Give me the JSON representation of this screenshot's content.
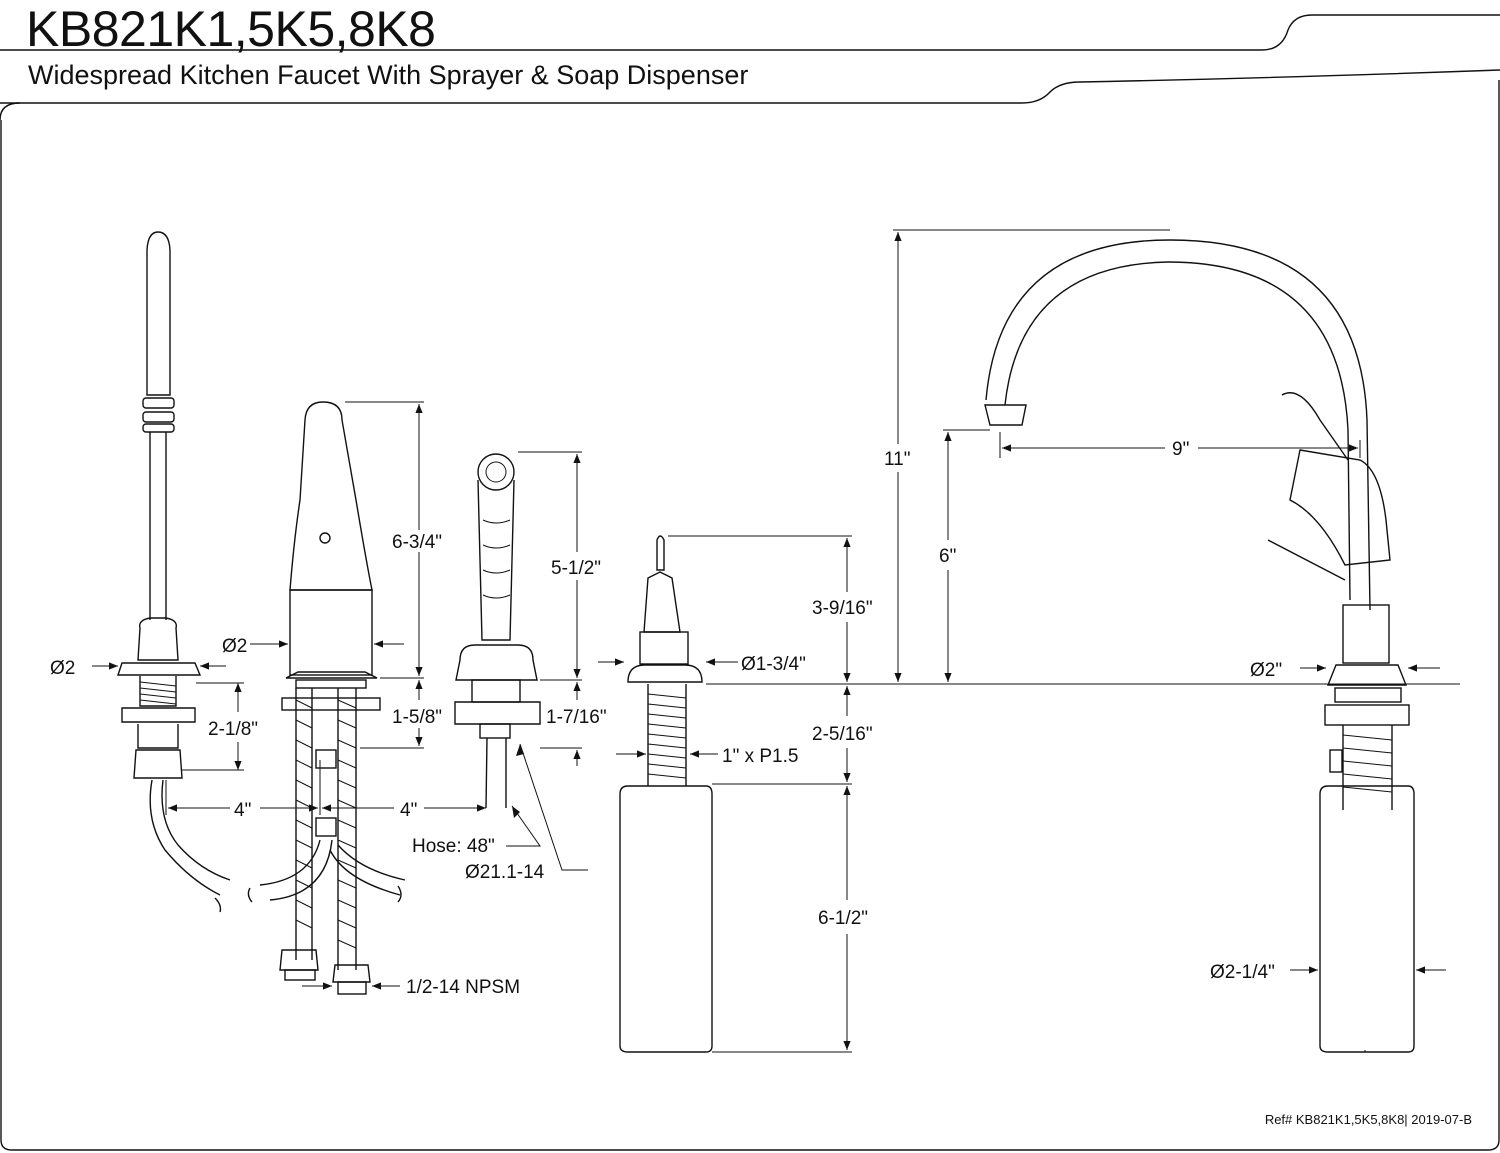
{
  "header": {
    "title": "KB821K1,5K5,8K8",
    "subtitle": "Widespread Kitchen Faucet With Sprayer & Soap Dispenser"
  },
  "footer": {
    "ref": "Ref# KB821K1,5K5,8K8| 2019-07-B"
  },
  "dimensions": {
    "side_spout_diameter": "Ø2",
    "side_spout_shank": "2-1/8\"",
    "spacing_left": "4\"",
    "spacing_right": "4\"",
    "handle_diameter": "Ø2",
    "handle_height": "6-3/4\"",
    "handle_shank": "1-5/8\"",
    "supply_thread": "1/2-14 NPSM",
    "sprayer_height": "5-1/2\"",
    "sprayer_shank": "1-7/16\"",
    "hose": "Hose: 48\"",
    "hose_thread": "Ø21.1-14",
    "soap_height": "3-9/16\"",
    "soap_diameter": "Ø1-3/4\"",
    "soap_shank": "2-5/16\"",
    "soap_thread": "1\" x P1.5",
    "soap_bottle": "6-1/2\"",
    "faucet_height": "11\"",
    "faucet_spout_height": "6\"",
    "faucet_reach": "9\"",
    "faucet_base": "Ø2\"",
    "bottle_diameter": "Ø2-1/4\""
  }
}
